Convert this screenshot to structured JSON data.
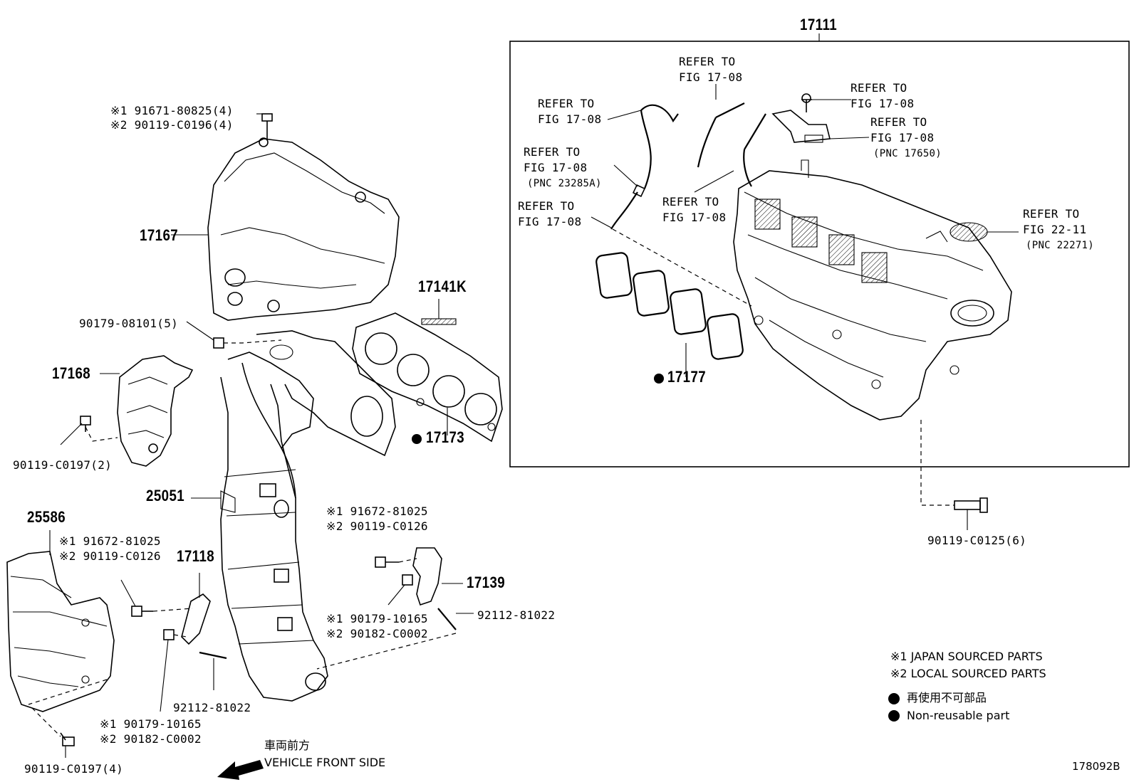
{
  "diagram": {
    "figure_code": "178092B",
    "parts": {
      "p17111": "17111",
      "p17167": "17167",
      "p17168": "17168",
      "p17141K": "17141K",
      "p17173": "17173",
      "p17177": "17177",
      "p25051": "25051",
      "p25586": "25586",
      "p17118": "17118",
      "p17139": "17139"
    },
    "fasteners": {
      "bolt_top_1": "※1 91671-80825(4)",
      "bolt_top_2": "※2 90119-C0196(4)",
      "nut_5": "90179-08101(5)",
      "bolt_c0197_2": "90119-C0197(2)",
      "bolt_c0197_4": "90119-C0197(4)",
      "bolt_c0125_6": "90119-C0125(6)",
      "left_bolt_1": "※1 91672-81025",
      "left_bolt_2": "※2 90119-C0126",
      "right_bolt_1": "※1 91672-81025",
      "right_bolt_2": "※2 90119-C0126",
      "left_nut_1": "※1 90179-10165",
      "left_nut_2": "※2 90182-C0002",
      "right_nut_1": "※1 90179-10165",
      "right_nut_2": "※2 90182-C0002",
      "stud_left": "92112-81022",
      "stud_right": "92112-81022"
    },
    "refers": {
      "r1": [
        "REFER TO",
        "FIG 17-08"
      ],
      "r2": [
        "REFER TO",
        "FIG 17-08"
      ],
      "r3": [
        "REFER TO",
        "FIG 17-08"
      ],
      "r4": [
        "REFER TO",
        "FIG 17-08",
        "(PNC 23285A)"
      ],
      "r5": [
        "REFER TO",
        "FIG 17-08"
      ],
      "r6": [
        "REFER TO",
        "FIG 17-08"
      ],
      "r7": [
        "REFER TO",
        "FIG 17-08",
        "(PNC 17650)"
      ],
      "r8": [
        "REFER TO",
        "FIG 22-11",
        "(PNC 22271)"
      ]
    },
    "legend": {
      "japan": "※1 JAPAN SOURCED PARTS",
      "local": "※2 LOCAL SOURCED PARTS",
      "nonreuse_jp": "再使用不可部品",
      "nonreuse_en": "Non-reusable part"
    },
    "front": {
      "jp": "車両前方",
      "en": "VEHICLE FRONT SIDE"
    }
  }
}
